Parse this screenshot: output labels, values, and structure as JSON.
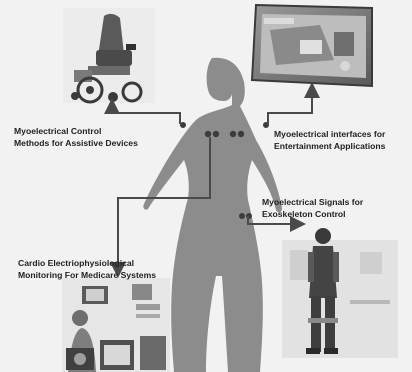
{
  "labels": {
    "assistive": {
      "line1": "Myoelectrical Control",
      "line2": "Methods for Assistive Devices"
    },
    "entertainment": {
      "line1": "Myoelectrical interfaces for",
      "line2": "Entertainment Applications"
    },
    "exoskeleton": {
      "line1": "Myoelectrical Signals for",
      "line2": "Exoskeleton Control"
    },
    "cardio": {
      "line1": "Cardio Electriophysiological",
      "line2": "Monitoring For Medicare Systems"
    }
  },
  "colors": {
    "silhouette": "#8c8c8c",
    "arrow": "#4a4a4a",
    "electrode": "#3c3c3c",
    "text": "#222222"
  },
  "pictures": {
    "top_left": "wheelchair-photo",
    "top_right": "game-screen-photo",
    "bottom_left": "medical-monitoring-photo",
    "bottom_right": "exoskeleton-photo"
  }
}
